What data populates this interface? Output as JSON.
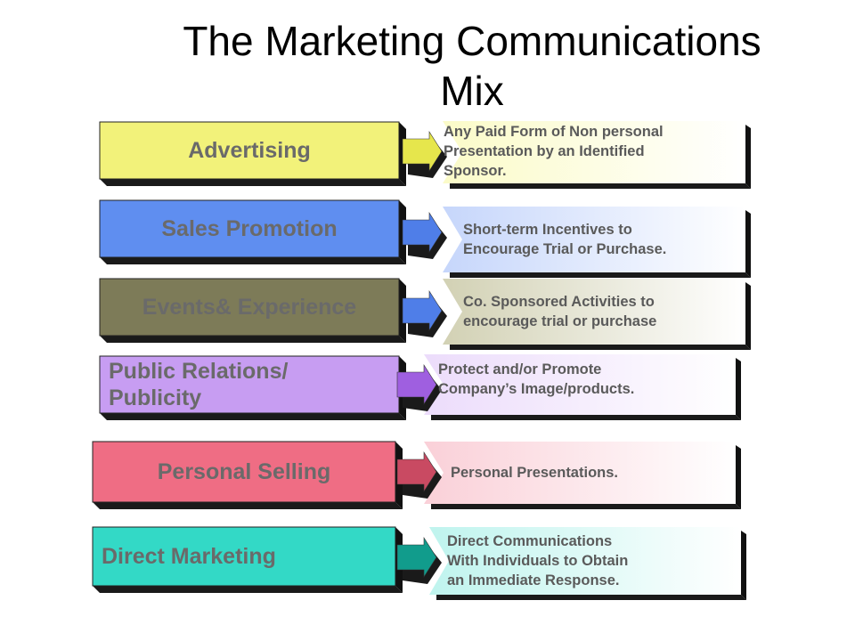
{
  "title": {
    "line1": "The Marketing Communications",
    "line2": "Mix"
  },
  "items": [
    {
      "label": "Advertising",
      "description": "Any Paid Form of Non personal\nPresentation by an Identified\nSponsor.",
      "colors": {
        "box": "#f2f27a",
        "boxLight": "#fbfbc8",
        "arrow": "#e6e64c"
      }
    },
    {
      "label": "Sales Promotion",
      "description": "Short-term Incentives to\nEncourage Trial or Purchase.",
      "colors": {
        "box": "#5f8ef0",
        "boxLight": "#c6d6fb",
        "arrow": "#4f7ee8"
      }
    },
    {
      "label": "Events& Experience",
      "description": "Co. Sponsored Activities to\nencourage trial or purchase",
      "colors": {
        "box": "#7d7b58",
        "boxLight": "#d2d1b4",
        "arrow": "#4f7ee8"
      }
    },
    {
      "label": "Public Relations/\nPublicity",
      "description": "Protect and/or Promote\nCompany’s Image/products.",
      "colors": {
        "box": "#c79df2",
        "boxLight": "#ecdcfb",
        "arrow": "#9f5fe0"
      }
    },
    {
      "label": "Personal Selling",
      "description": "Personal Presentations.",
      "colors": {
        "box": "#ef6d84",
        "boxLight": "#fad0d8",
        "arrow": "#c94a62"
      }
    },
    {
      "label": "Direct Marketing",
      "description": "Direct Communications\nWith Individuals to Obtain\nan Immediate Response.",
      "colors": {
        "box": "#33d9c6",
        "boxLight": "#bff4ee",
        "arrow": "#119c8c"
      }
    }
  ]
}
